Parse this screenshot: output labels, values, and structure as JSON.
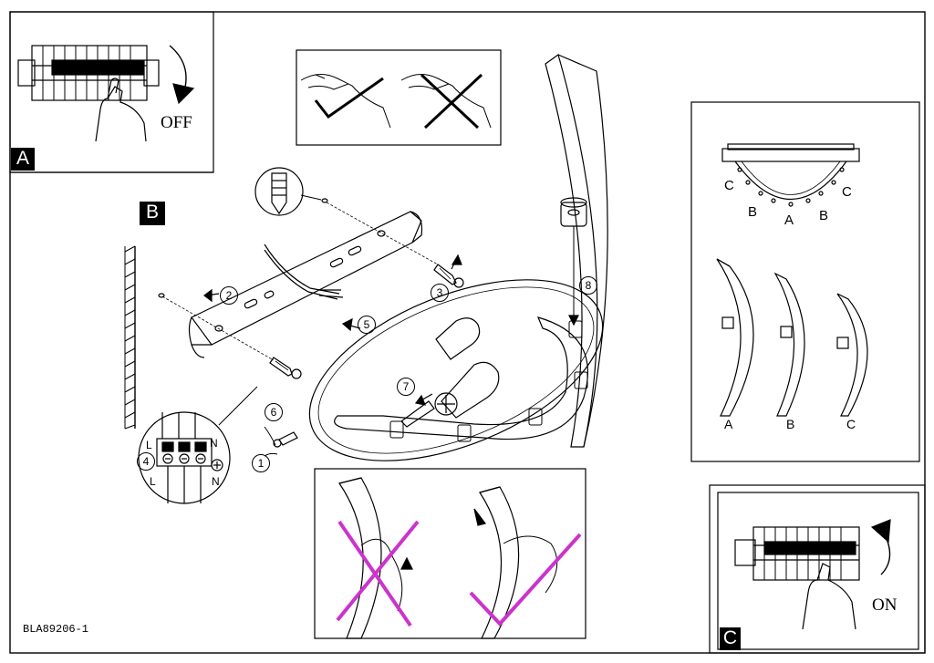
{
  "doc_code": "BLA89206-1",
  "panels": {
    "a": {
      "badge": "A",
      "switch_label": "OFF"
    },
    "b": {
      "badge": "B"
    },
    "c": {
      "badge": "C",
      "switch_label": "ON"
    }
  },
  "steps": [
    "1",
    "2",
    "3",
    "4",
    "5",
    "6",
    "7",
    "8"
  ],
  "terminal_labels": {
    "l_top": "L",
    "n_top": "N",
    "l_bottom": "L",
    "n_bottom": "N"
  },
  "glass_variants": {
    "bracket_labels": [
      "C",
      "B",
      "A",
      "B",
      "C"
    ],
    "shade_labels": [
      "A",
      "B",
      "C"
    ]
  },
  "colors": {
    "line": "#000000",
    "reject_mark": "#cc33cc",
    "background": "#ffffff"
  }
}
